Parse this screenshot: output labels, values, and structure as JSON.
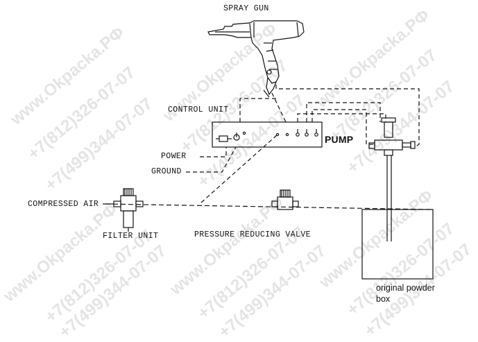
{
  "labels": {
    "spray_gun": "SPRAY GUN",
    "control_unit": "CONTROL UNIT",
    "pump": "PUMP",
    "power": "POWER",
    "ground": "GROUND",
    "compressed_air": "COMPRESSED AIR",
    "filter_unit": "FILTER UNIT",
    "pressure_reducing_valve": "PRESSURE REDUCING VALVE",
    "powder_box_line1": "original powder",
    "powder_box_line2": "box"
  },
  "watermark": {
    "site": "www.Okpacka.PФ",
    "phone1": "+7(812)326-07-07",
    "phone2": "+7(499)344-07-07"
  }
}
